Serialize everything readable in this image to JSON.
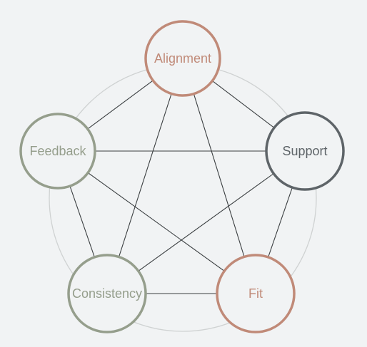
{
  "colors": {
    "background": "#f1f3f4",
    "ring": "#cfd2d2",
    "edge": "#3b3f41",
    "node_fill": "#f1f3f4",
    "accent_rose": "#c08a78",
    "accent_sage": "#959e8c",
    "accent_slate": "#5e6468"
  },
  "nodes": [
    {
      "id": "alignment",
      "label": "Alignment",
      "color": "#c08a78"
    },
    {
      "id": "support",
      "label": "Support",
      "color": "#5e6468"
    },
    {
      "id": "fit",
      "label": "Fit",
      "color": "#c08a78"
    },
    {
      "id": "consistency",
      "label": "Consistency",
      "color": "#959e8c"
    },
    {
      "id": "feedback",
      "label": "Feedback",
      "color": "#959e8c"
    }
  ],
  "edges": [
    [
      "alignment",
      "support"
    ],
    [
      "alignment",
      "fit"
    ],
    [
      "alignment",
      "consistency"
    ],
    [
      "alignment",
      "feedback"
    ],
    [
      "support",
      "fit"
    ],
    [
      "support",
      "consistency"
    ],
    [
      "support",
      "feedback"
    ],
    [
      "fit",
      "consistency"
    ],
    [
      "fit",
      "feedback"
    ],
    [
      "consistency",
      "feedback"
    ]
  ]
}
